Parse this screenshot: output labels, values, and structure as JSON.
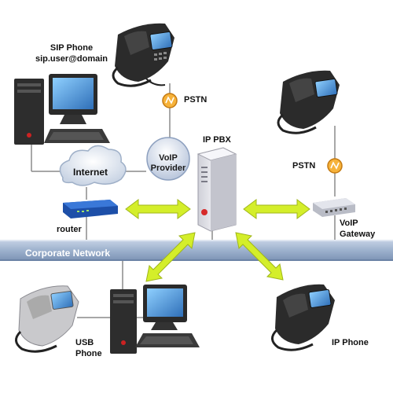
{
  "network": {
    "corporate_network": "Corporate Network",
    "internet": "Internet",
    "voip_provider_line1": "VoIP",
    "voip_provider_line2": "Provider"
  },
  "labels": {
    "sip_phone": "SIP Phone",
    "sip_address": "sip.user@domain",
    "pstn_left": "PSTN",
    "pstn_right": "PSTN",
    "ip_pbx": "IP PBX",
    "router": "router",
    "voip_gateway_line1": "VoIP",
    "voip_gateway_line2": "Gateway",
    "usb_phone_line1": "USB",
    "usb_phone_line2": "Phone",
    "ip_phone": "IP Phone"
  },
  "colors": {
    "network_band": "#9fb3cf",
    "arrow": "#d4ee2a",
    "pstn_badge": "#f0a020",
    "phone_body": "#2e2e2e",
    "screen": "#5aa7e6",
    "server": "#e4e4ea"
  },
  "icons": [
    "sip-phone-icon",
    "desktop-computer-icon",
    "internet-cloud-icon",
    "voip-provider-icon",
    "pstn-icon",
    "router-icon",
    "ip-pbx-server-icon",
    "voip-gateway-icon",
    "usb-phone-icon",
    "ip-phone-icon",
    "bidirectional-arrow-icon"
  ]
}
